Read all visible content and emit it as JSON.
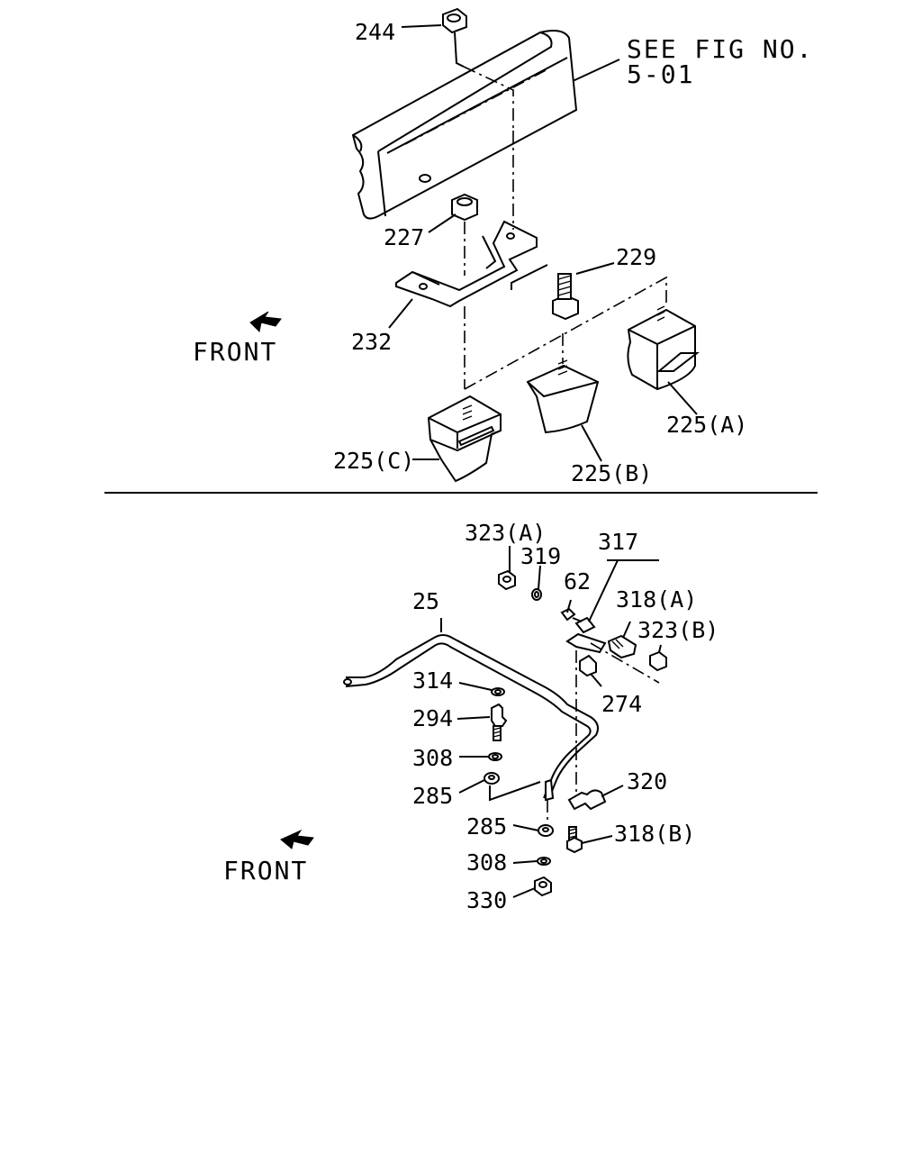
{
  "upper_view": {
    "reference_note_line1": "SEE FIG NO.",
    "reference_note_line2": "5-01",
    "direction_label": "FRONT",
    "labels": {
      "p244": "244",
      "p227": "227",
      "p229": "229",
      "p232": "232",
      "p225a": "225(A)",
      "p225b": "225(B)",
      "p225c": "225(C)"
    }
  },
  "lower_view": {
    "direction_label": "FRONT",
    "labels": {
      "p323a": "323(A)",
      "p319": "319",
      "p317": "317",
      "p62": "62",
      "p318a": "318(A)",
      "p323b": "323(B)",
      "p25": "25",
      "p274": "274",
      "p314": "314",
      "p294": "294",
      "p308a": "308",
      "p285a": "285",
      "p320": "320",
      "p285b": "285",
      "p318b": "318(B)",
      "p308b": "308",
      "p330": "330"
    }
  }
}
